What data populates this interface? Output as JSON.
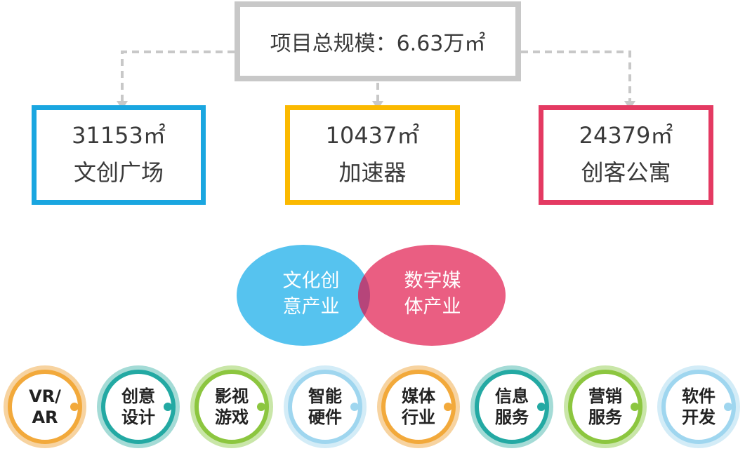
{
  "total": {
    "label": "项目总规模：6.63万㎡"
  },
  "areas": [
    {
      "value": "31153㎡",
      "label": "文创广场",
      "color": "#1aa6e0"
    },
    {
      "value": "10437㎡",
      "label": "加速器",
      "color": "#fbb900"
    },
    {
      "value": "24379㎡",
      "label": "创客公寓",
      "color": "#e43a62"
    }
  ],
  "venn": {
    "left": {
      "line1": "文化创",
      "line2": "意产业",
      "color": "#56c3ef"
    },
    "right": {
      "line1": "数字媒",
      "line2": "体产业",
      "color": "#e9547a"
    }
  },
  "industries": [
    {
      "line1": "VR/",
      "line2": "AR",
      "ring_color": "#f2a93b",
      "outer_color": "#f7d3a0"
    },
    {
      "line1": "创意",
      "line2": "设计",
      "ring_color": "#23a9a3",
      "outer_color": "#a4dbd6"
    },
    {
      "line1": "影视",
      "line2": "游戏",
      "ring_color": "#8cc63f",
      "outer_color": "#c9e6a8"
    },
    {
      "line1": "智能",
      "line2": "硬件",
      "ring_color": "#9fd6ef",
      "outer_color": "#d3ecf7"
    },
    {
      "line1": "媒体",
      "line2": "行业",
      "ring_color": "#f2a93b",
      "outer_color": "#f7d3a0"
    },
    {
      "line1": "信息",
      "line2": "服务",
      "ring_color": "#23a9a3",
      "outer_color": "#a4dbd6"
    },
    {
      "line1": "营销",
      "line2": "服务",
      "ring_color": "#8cc63f",
      "outer_color": "#c9e6a8"
    },
    {
      "line1": "软件",
      "line2": "开发",
      "ring_color": "#9fd6ef",
      "outer_color": "#d3ecf7"
    }
  ]
}
